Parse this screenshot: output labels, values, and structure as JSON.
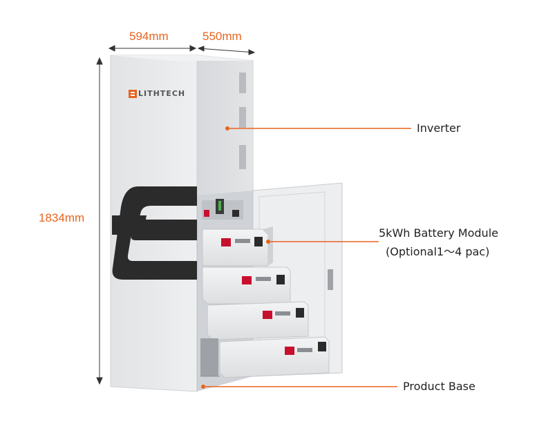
{
  "dimensions": {
    "width": "594mm",
    "depth": "550mm",
    "height": "1834mm"
  },
  "brand": {
    "logo_text": "LITHTECH"
  },
  "callouts": {
    "inverter": "Inverter",
    "battery_line1": "5kWh Battery Module",
    "battery_line2": "(Optional1～4 pac)",
    "base": "Product Base"
  },
  "colors": {
    "accent": "#e8641e",
    "cabinet": "#e9eaec",
    "cabinet_side": "#d9dbde",
    "logo_dark": "#2b2b2b",
    "terminal_red": "#c8102e"
  }
}
